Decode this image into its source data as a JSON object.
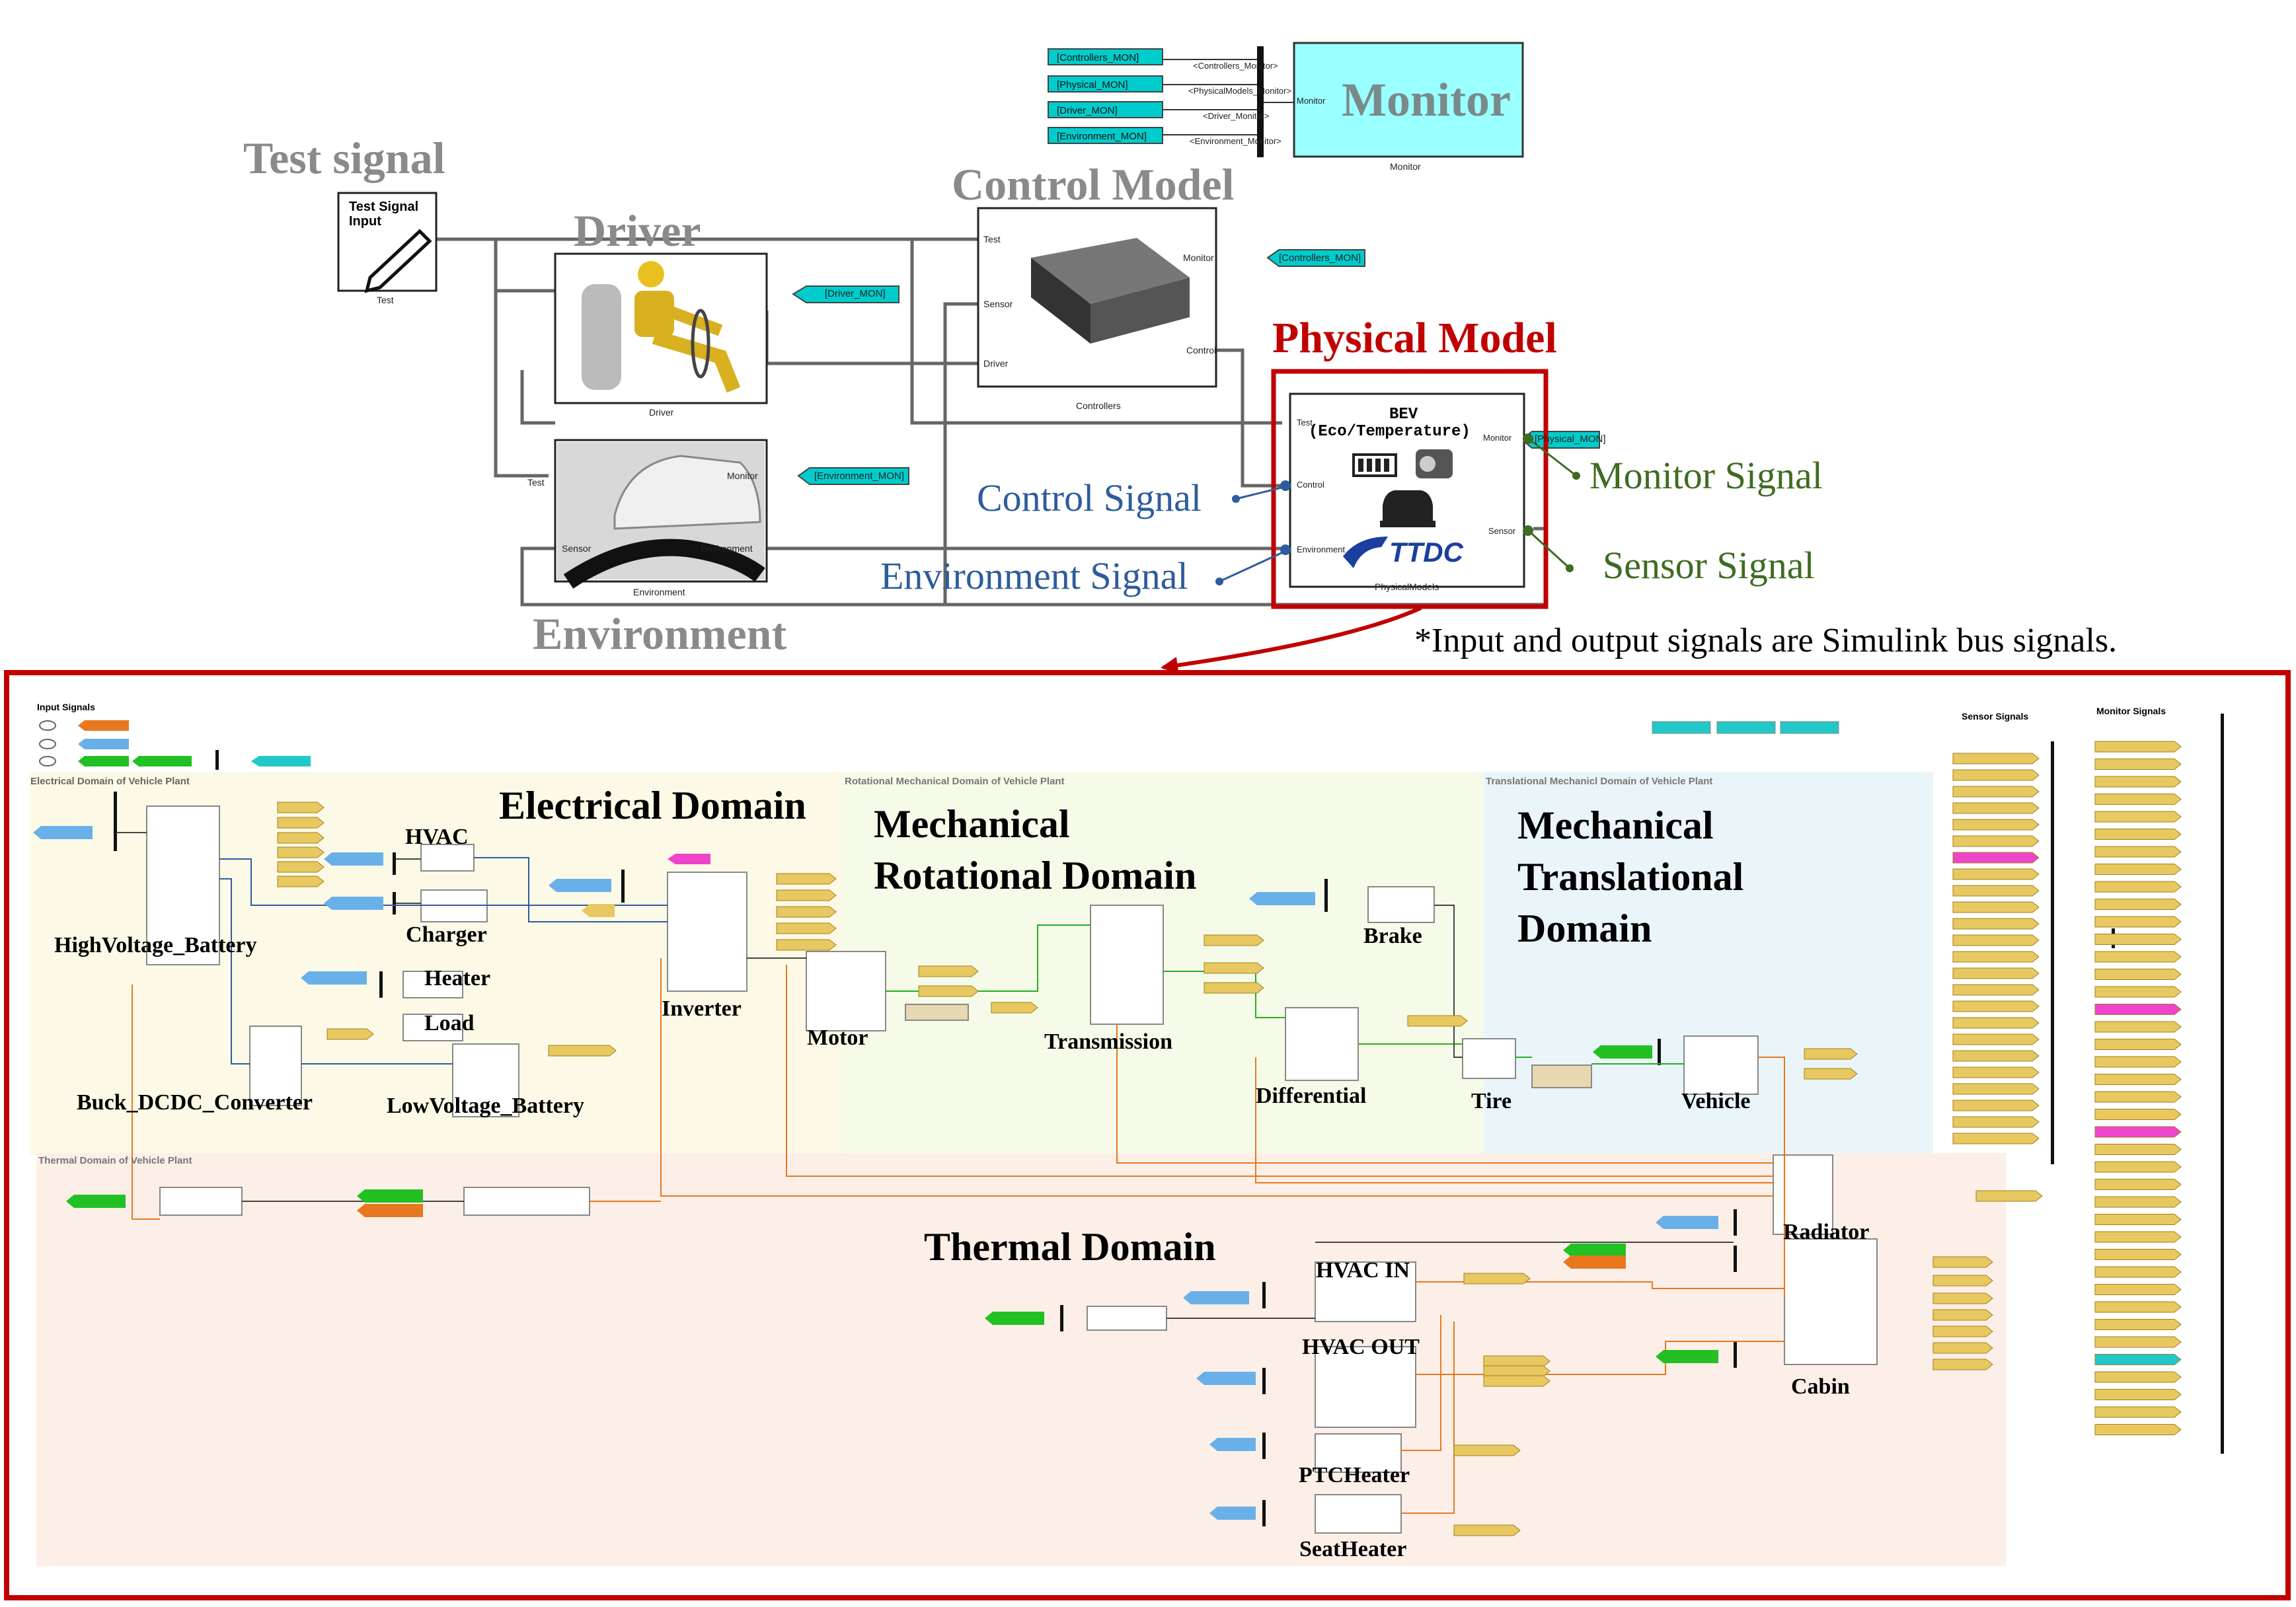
{
  "top_diagram": {
    "test_signal": {
      "title": "Test signal",
      "block_text": "Test Signal Input",
      "caption": "Test"
    },
    "driver": {
      "title": "Driver",
      "caption": "Driver",
      "out_tag": "[Driver_MON]"
    },
    "control_model": {
      "title": "Control Model",
      "caption": "Controllers",
      "ports_in": [
        "Test",
        "Sensor",
        "Driver"
      ],
      "ports_out": [
        "Monitor",
        "Control"
      ],
      "out_tag": "[Controllers_MON]"
    },
    "environment": {
      "title": "Environment",
      "caption": "Environment",
      "ports_in": [
        "Test",
        "Sensor"
      ],
      "ports_out": [
        "Monitor",
        "Environment"
      ],
      "out_tag": "[Environment_MON]"
    },
    "monitor": {
      "title": "Monitor",
      "caption": "Monitor",
      "port_in": "Monitor",
      "tags": [
        "[Controllers_MON]",
        "[Physical_MON]",
        "[Driver_MON]",
        "[Environment_MON]"
      ],
      "bus_labels": [
        "<Controllers_Monitor>",
        "<PhysicalModels_Monitor>",
        "<Driver_Monitor>",
        "<Environment_Monitor>"
      ]
    },
    "physical_model": {
      "title": "Physical Model",
      "bev_line1": "BEV",
      "bev_line2": "(Eco/Temperature)",
      "logo": "TTDC",
      "caption": "PhysicalModels",
      "ports_in": [
        "Test",
        "Control",
        "Environment"
      ],
      "ports_out": [
        "Monitor",
        "Sensor"
      ],
      "out_tag": "[Physical_MON]"
    },
    "annotations": {
      "control_signal": "Control Signal",
      "environment_signal": "Environment Signal",
      "monitor_signal": "Monitor Signal",
      "sensor_signal": "Sensor Signal"
    },
    "footnote": "*Input and output signals are Simulink bus signals."
  },
  "detail": {
    "input_signals": "Input Signals",
    "sensor_signals": "Sensor Signals",
    "monitor_signals": "Monitor Signals",
    "areas": {
      "electrical": "Electrical Domain of Vehicle Plant",
      "rotational": "Rotational Mechanical Domain of Vehicle Plant",
      "translational": "Translational Mechanicl Domain of Vehicle Plant",
      "thermal": "Thermal Domain of Vehicle Plant"
    },
    "domain_titles": {
      "electrical": "Electrical Domain",
      "mech_rot_1": "Mechanical",
      "mech_rot_2": "Rotational Domain",
      "mech_tr_1": "Mechanical",
      "mech_tr_2": "Translational",
      "mech_tr_3": "Domain",
      "thermal": "Thermal Domain"
    },
    "blocks": {
      "hv_battery": "HighVoltage_Battery",
      "hvac": "HVAC",
      "charger": "Charger",
      "heater": "Heater",
      "load": "Load",
      "dcdc": "Buck_DCDC_Converter",
      "lv_battery": "LowVoltage_Battery",
      "inverter": "Inverter",
      "motor": "Motor",
      "transmission": "Transmission",
      "differential": "Differential",
      "brake": "Brake",
      "tire": "Tire",
      "vehicle": "Vehicle",
      "radiator": "Radiator",
      "cabin": "Cabin",
      "hvac_in": "HVAC IN",
      "hvac_out": "HVAC OUT",
      "ptc_heater": "PTCHeater",
      "seat_heater": "SeatHeater"
    }
  },
  "colors": {
    "red_frame": "#c00000",
    "signal_blue": "#2e5c9c",
    "signal_green": "#3f6b22",
    "cyan_tag": "#00cccc",
    "monitor_block": "#99ffff",
    "electrical_bg": "#fcfae6",
    "rotational_bg": "#f5fbe8",
    "translational_bg": "#eaf5fa",
    "thermal_bg": "#fcefe8",
    "bus_yellow": "#e8c860",
    "bus_blue": "#6ab0e8",
    "bus_green": "#22c022",
    "bus_orange": "#e87820",
    "bus_magenta": "#ee44cc",
    "bus_cyan": "#22c8c8"
  }
}
